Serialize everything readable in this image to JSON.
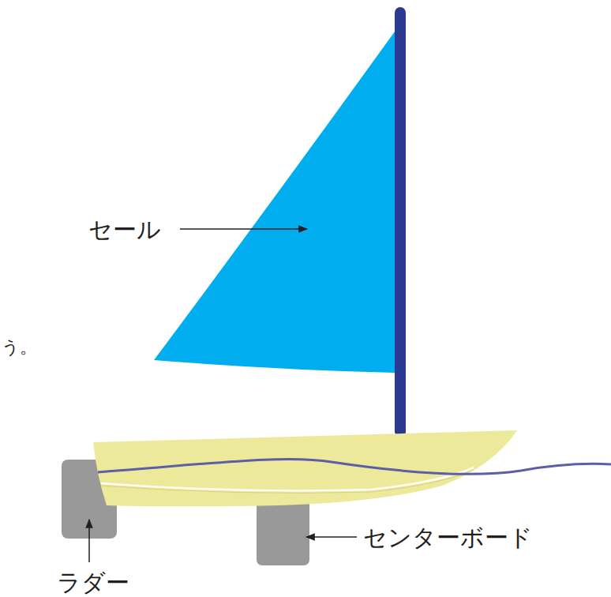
{
  "diagram": {
    "labels": [
      "セール",
      "う。",
      "センターボード",
      "ラダー"
    ]
  }
}
